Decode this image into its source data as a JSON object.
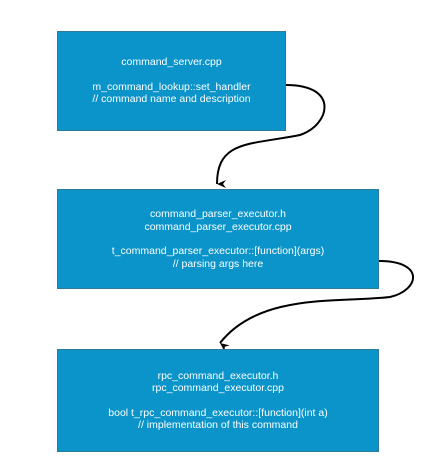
{
  "colors": {
    "box_fill": "#0a94c9",
    "box_border": "#2e7a9a",
    "text": "#ffffff",
    "connector": "#000000"
  },
  "nodes": [
    {
      "id": "command-server",
      "lines": [
        "command_server.cpp",
        "",
        "m_command_lookup::set_handler",
        "// command name and description"
      ]
    },
    {
      "id": "command-parser-executor",
      "lines": [
        "command_parser_executor.h",
        "command_parser_executor.cpp",
        "",
        "t_command_parser_executor::[function](args)",
        "// parsing args here"
      ]
    },
    {
      "id": "rpc-command-executor",
      "lines": [
        "rpc_command_executor.h",
        "rpc_command_executor.cpp",
        "",
        "bool t_rpc_command_executor::[function](int a)",
        "// implementation of this command"
      ]
    }
  ],
  "edges": [
    {
      "from": "command-server",
      "to": "command-parser-executor"
    },
    {
      "from": "command-parser-executor",
      "to": "rpc-command-executor"
    }
  ]
}
